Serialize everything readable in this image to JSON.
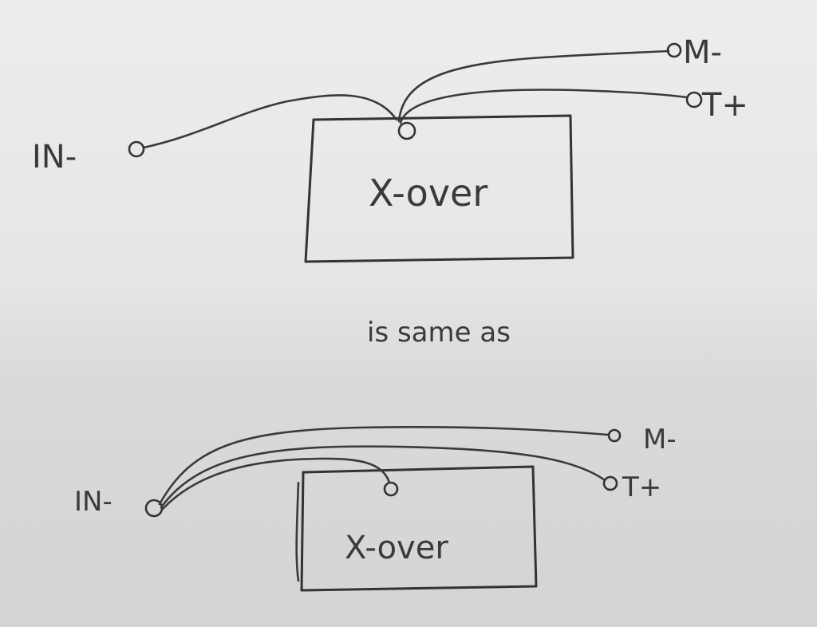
{
  "diagram_top": {
    "box_label": "X-over",
    "input_label": "IN-",
    "out_m_label": "M-",
    "out_t_label": "T+"
  },
  "middle_caption": "is same as",
  "diagram_bottom": {
    "box_label": "X-over",
    "input_label": "IN-",
    "out_m_label": "M-",
    "out_t_label": "T+"
  },
  "colors": {
    "ink": "#3a3a3a",
    "paper": "#e8e8e8"
  }
}
